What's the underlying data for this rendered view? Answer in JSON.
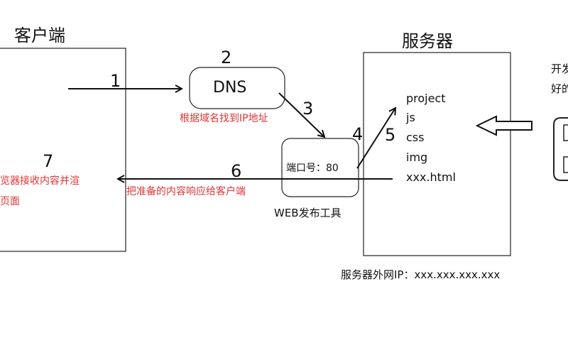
{
  "client": {
    "title": "客户端",
    "browser_text_line1": "览器接收内容并渲",
    "browser_text_line2": "页面"
  },
  "server": {
    "title": "服务器",
    "files": [
      "project",
      "js",
      "css",
      "img",
      "xxx.html"
    ],
    "external_ip_label": "服务器外网IP：xxx.xxx.xxx.xxx"
  },
  "dns": {
    "label": "DNS",
    "caption": "根据域名找到IP地址"
  },
  "web_tool": {
    "port_label": "端口号：80",
    "caption": "WEB发布工具"
  },
  "response_caption": "把准备的内容响应给客户端",
  "developer": {
    "line1": "开发",
    "line2": "好的"
  },
  "steps": [
    "1",
    "2",
    "3",
    "4",
    "5",
    "6",
    "7"
  ],
  "colors": {
    "line": "#111111",
    "annotation": "#e03434"
  }
}
